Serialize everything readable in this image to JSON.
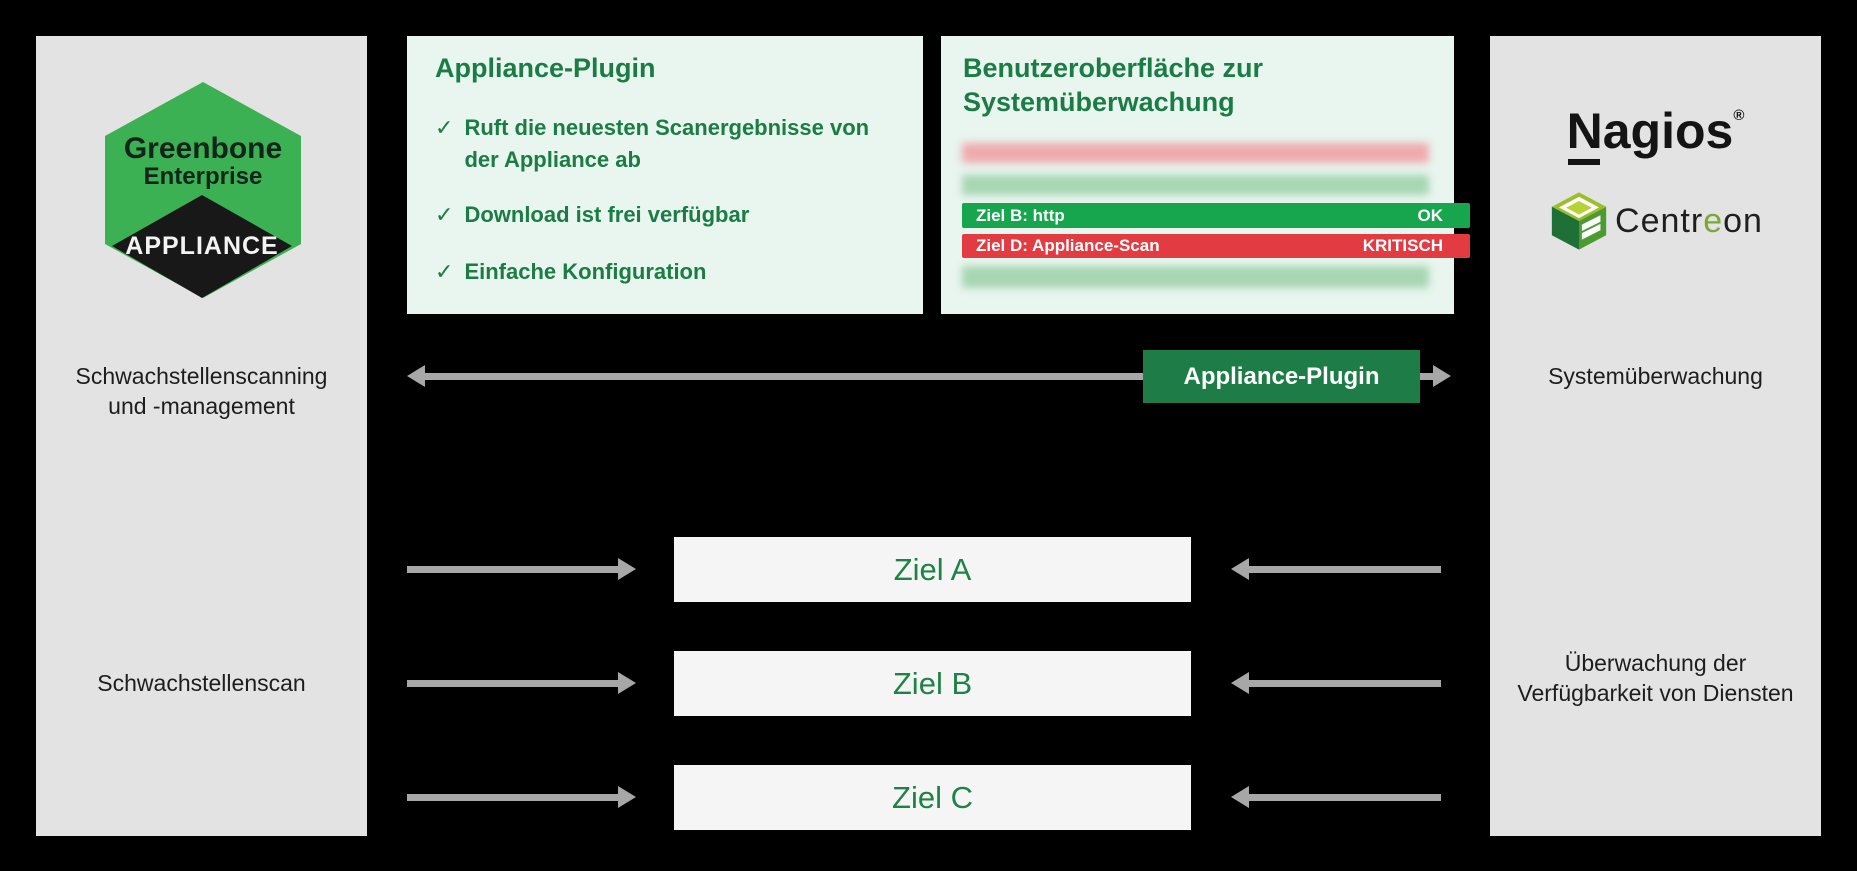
{
  "colors": {
    "background": "#000000",
    "column_bg": "#e3e3e3",
    "panel_bg": "#e9f5ef",
    "accent_green": "#1b7c45",
    "button_green": "#1e7d46",
    "bar_ok_green": "#17a64e",
    "bar_critical_red": "#e23b41",
    "bar_blur_green": "#a6d6b2",
    "bar_blur_red": "#efaaae",
    "target_box_bg": "#f5f5f5",
    "arrow_gray": "#a7a7a7",
    "greenbone_green": "#3cb153"
  },
  "greenbone": {
    "line1": "Greenbone",
    "line2": "Enterprise",
    "badge": "APPLIANCE"
  },
  "left_column": {
    "label_top": "Schwachstellenscanning\nund -management",
    "label_bottom": "Schwachstellenscan"
  },
  "plugin_panel": {
    "title": "Appliance-Plugin",
    "check": "✓",
    "bullets": [
      "Ruft die neuesten Scanergebnisse von\nder Appliance ab",
      "Download ist frei verfügbar",
      "Einfache Konfiguration"
    ]
  },
  "monitor_panel": {
    "title": "Benutzeroberfläche zur\nSystemüberwachung",
    "rows": [
      {
        "label": "Ziel B: http",
        "status": "OK"
      },
      {
        "label": "Ziel D: Appliance-Scan",
        "status": "KRITISCH"
      }
    ]
  },
  "connection": {
    "button_label": "Appliance-Plugin"
  },
  "targets": [
    "Ziel A",
    "Ziel B",
    "Ziel C"
  ],
  "right_column": {
    "nagios": {
      "initial": "N",
      "rest": "agios",
      "registered": "®"
    },
    "centreon": {
      "pre": "Centr",
      "accent": "e",
      "post": "on"
    },
    "label_top": "Systemüberwachung",
    "label_bottom": "Überwachung der\nVerfügbarkeit von Diensten"
  }
}
